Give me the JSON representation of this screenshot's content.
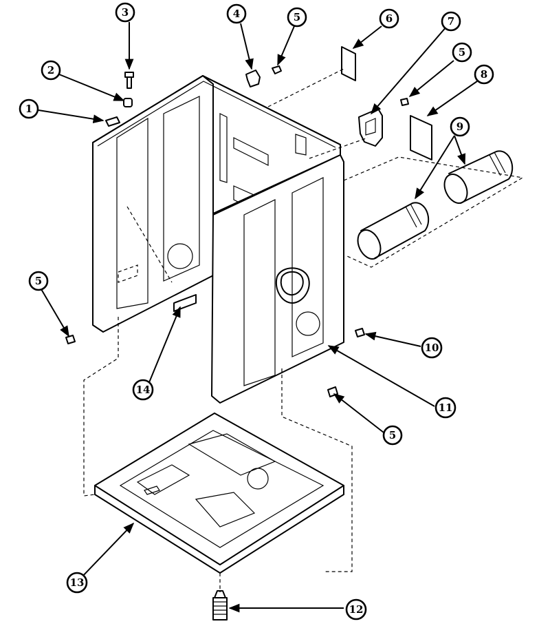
{
  "callouts": [
    {
      "id": "c1",
      "text": "1"
    },
    {
      "id": "c2",
      "text": "2"
    },
    {
      "id": "c3",
      "text": "3"
    },
    {
      "id": "c4",
      "text": "4"
    },
    {
      "id": "c5a",
      "text": "5"
    },
    {
      "id": "c6",
      "text": "6"
    },
    {
      "id": "c7",
      "text": "7"
    },
    {
      "id": "c5b",
      "text": "5"
    },
    {
      "id": "c8",
      "text": "8"
    },
    {
      "id": "c9",
      "text": "9"
    },
    {
      "id": "c5c",
      "text": "5"
    },
    {
      "id": "c10",
      "text": "10"
    },
    {
      "id": "c14",
      "text": "14"
    },
    {
      "id": "c11",
      "text": "11"
    },
    {
      "id": "c5d",
      "text": "5"
    },
    {
      "id": "c13",
      "text": "13"
    },
    {
      "id": "c12",
      "text": "12"
    }
  ]
}
